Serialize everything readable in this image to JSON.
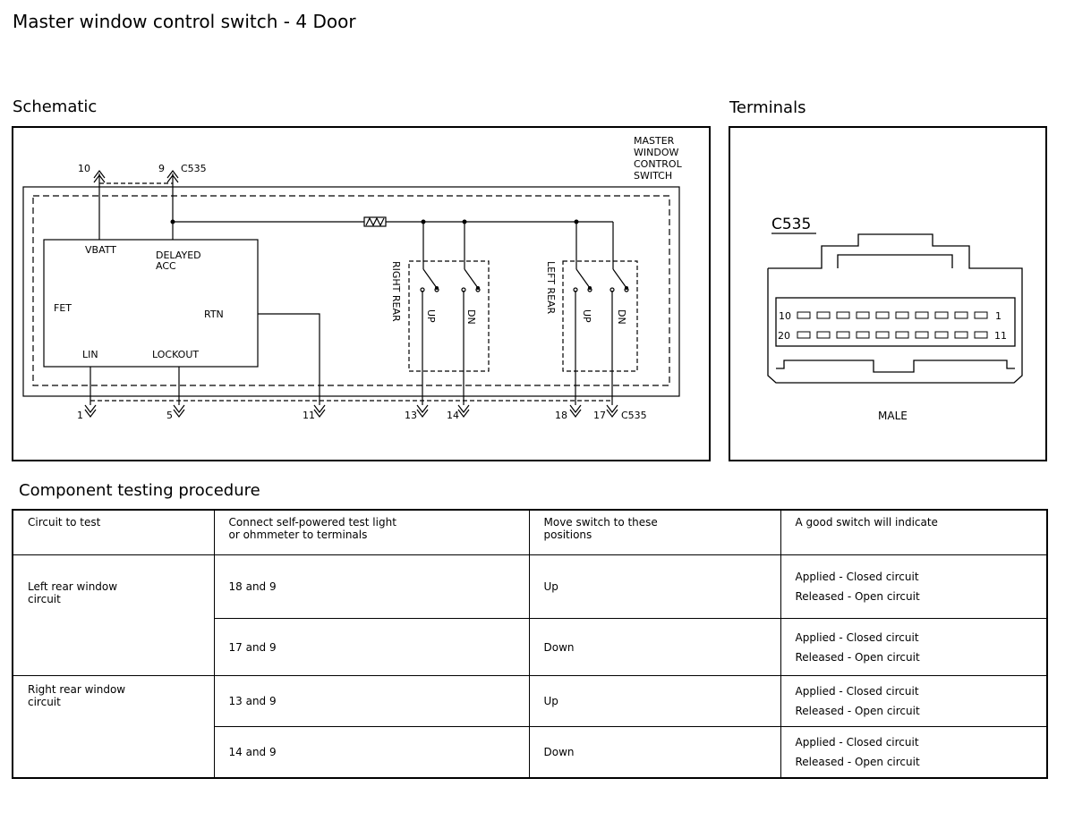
{
  "title": "Master window control switch - 4 Door",
  "schematic": {
    "heading": "Schematic",
    "switch_label": [
      "MASTER",
      "WINDOW",
      "CONTROL",
      "SWITCH"
    ],
    "module": {
      "vbatt": "VBATT",
      "delayed": "DELAYED",
      "acc": "ACC",
      "fet": "FET",
      "rtn": "RTN",
      "lin": "LIN",
      "lockout": "LOCKOUT"
    },
    "right_rear": "RIGHT REAR",
    "left_rear": "LEFT REAR",
    "up": "UP",
    "dn": "DN",
    "connector": "C535",
    "top_pins": [
      "10",
      "9"
    ],
    "bottom_pins": [
      "1",
      "5",
      "11",
      "13",
      "14",
      "18",
      "17"
    ]
  },
  "terminals": {
    "heading": "Terminals",
    "connector": "C535",
    "pin_top_left": "10",
    "pin_top_right": "1",
    "pin_bottom_left": "20",
    "pin_bottom_right": "11",
    "gender": "MALE"
  },
  "procedure": {
    "heading": "Component testing procedure",
    "headers": [
      "Circuit to test",
      "Connect self-powered test light\nor ohmmeter to terminals",
      "Move switch to these\npositions",
      "A good switch will indicate"
    ],
    "rows": [
      {
        "circuit": "Left rear window\ncircuit",
        "terminals": "18 and 9",
        "position": "Up",
        "applied": "Applied - Closed circuit",
        "released": "Released - Open circuit"
      },
      {
        "terminals": "17 and 9",
        "position": "Down",
        "applied": "Applied - Closed circuit",
        "released": "Released - Open circuit"
      },
      {
        "circuit": "Right rear window\ncircuit",
        "terminals": "13 and 9",
        "position": "Up",
        "applied": "Applied - Closed circuit",
        "released": "Released - Open circuit"
      },
      {
        "terminals": "14 and 9",
        "position": "Down",
        "applied": "Applied - Closed circuit",
        "released": "Released - Open circuit"
      }
    ]
  }
}
